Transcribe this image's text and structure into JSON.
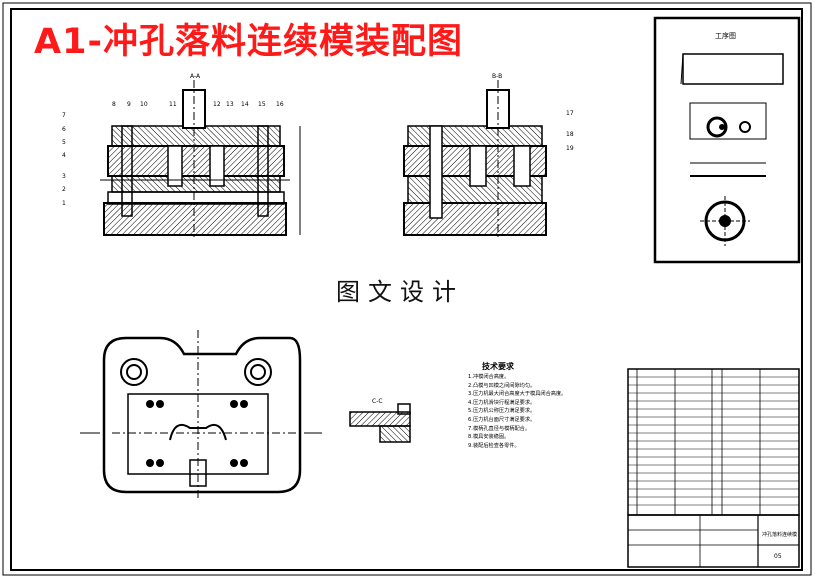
{
  "title": "A1-冲孔落料连续模装配图",
  "watermark": "图文设计",
  "section_labels": {
    "a_a": "A-A",
    "b_b": "B-B",
    "c_c": "C-C",
    "process_diagram": "工序图"
  },
  "part_numbers_left": [
    "7",
    "6",
    "5",
    "4",
    "3",
    "2",
    "1"
  ],
  "part_numbers_top": [
    "8",
    "9",
    "10",
    "11",
    "12",
    "13",
    "14",
    "15",
    "16"
  ],
  "part_numbers_right": [
    "17",
    "18",
    "19"
  ],
  "tech_requirements": {
    "heading": "技术要求",
    "lines": [
      "1.冲模闭合高度。",
      "2.凸模与凹模之间间隙均匀。",
      "3.压力机最大闭合高度大于模具闭合高度。",
      "4.压力机滑块行程满足要求。",
      "5.压力机公称压力满足要求。",
      "6.压力机台面尺寸满足要求。",
      "7.模柄孔直径与模柄配合。",
      "8.模具安装稳固。",
      "9.装配后检查各零件。"
    ]
  },
  "title_block": {
    "drawing_name": "冲孔落料连续模",
    "sheet_no": "05"
  }
}
